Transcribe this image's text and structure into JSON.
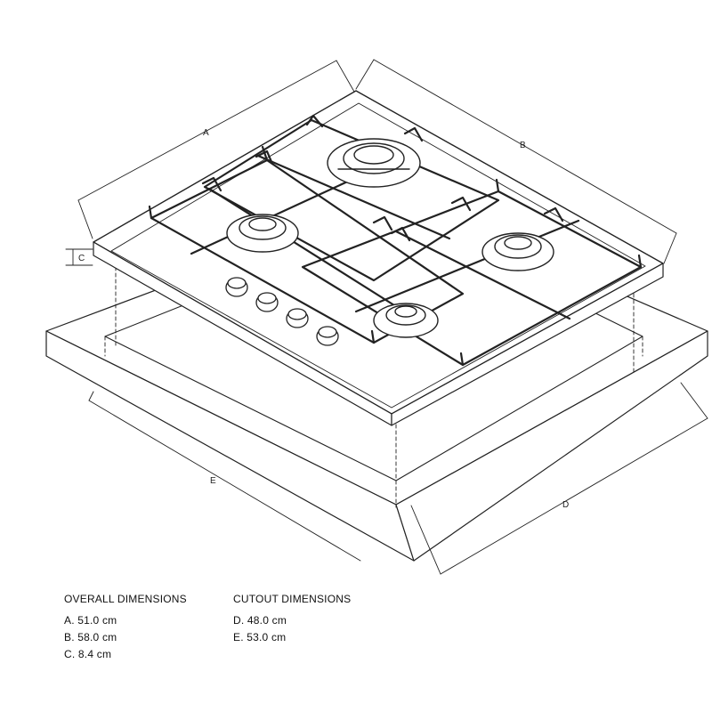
{
  "diagram": {
    "labels": {
      "A": "A",
      "B": "B",
      "C": "C",
      "D": "D",
      "E": "E"
    }
  },
  "overall": {
    "heading": "OVERALL DIMENSIONS",
    "items": [
      "A. 51.0 cm",
      "B. 58.0 cm",
      "C. 8.4 cm"
    ]
  },
  "cutout": {
    "heading": "CUTOUT DIMENSIONS",
    "items": [
      "D. 48.0 cm",
      "E. 53.0 cm"
    ]
  }
}
